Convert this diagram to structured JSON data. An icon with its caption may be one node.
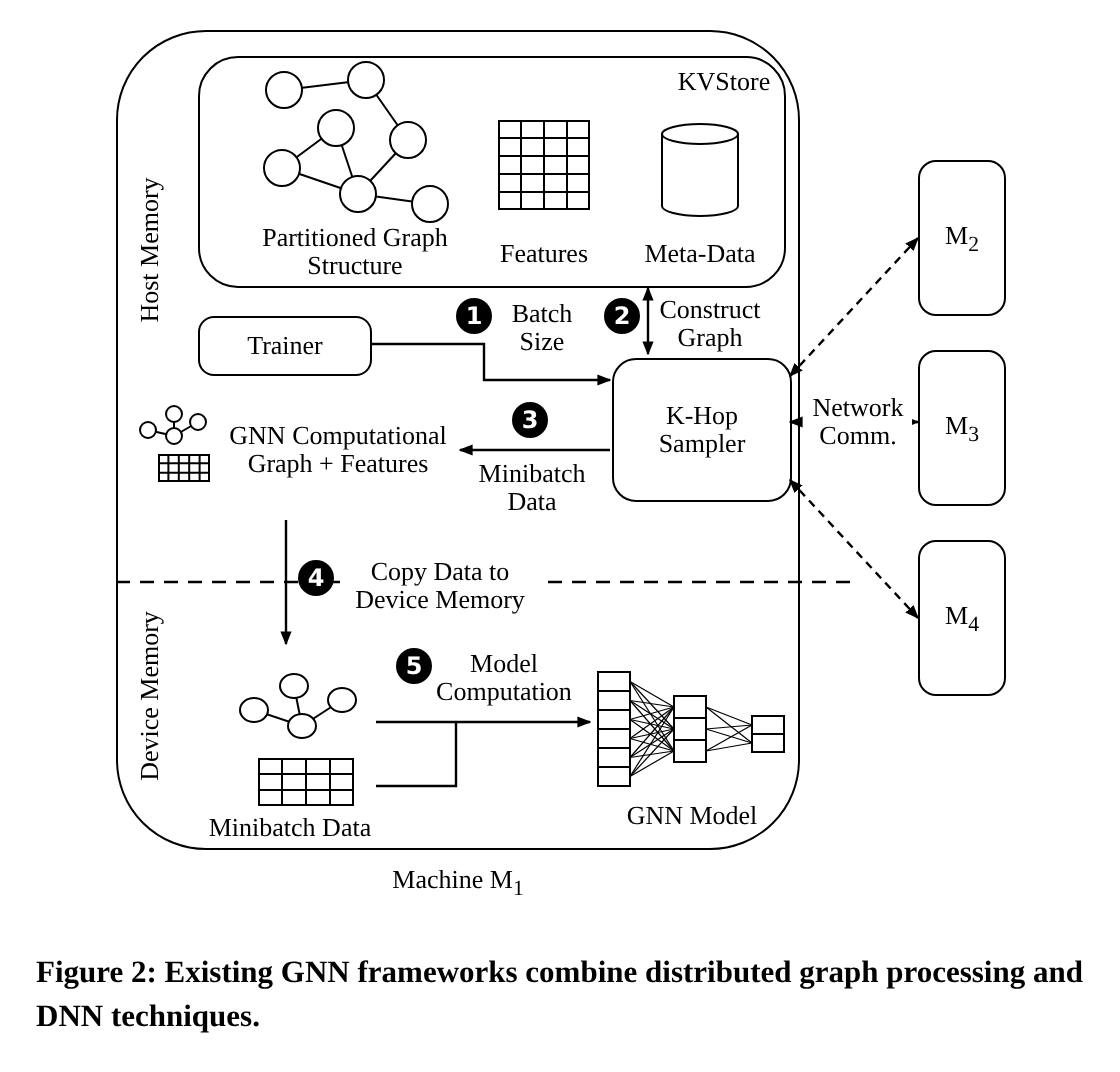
{
  "diagram": {
    "caption": "Figure 2: Existing GNN frameworks combine distributed graph processing and DNN techniques.",
    "nodes": [
      {
        "text": [
          "Machine M$_{1}$"
        ]
      },
      {
        "text": [
          "KVStore"
        ],
        "in": 0
      },
      {
        "text": [
          "Partitioned Graph Structure"
        ],
        "in": 1
      },
      {
        "text": [
          "Features"
        ],
        "in": 1
      },
      {
        "text": [
          "Meta-Data"
        ],
        "in": 1
      },
      {
        "text": [
          "Trainer"
        ],
        "in": 0
      },
      {
        "text": [
          "K-Hop Sampler"
        ],
        "in": 0
      },
      {
        "text": [
          "GNN Computational Graph + Features"
        ],
        "in": 0
      },
      {
        "text": [
          "Minibatch Data"
        ],
        "in": 0
      },
      {
        "text": [
          "GNN Model"
        ],
        "in": 0
      },
      {
        "text": [
          "M$_{2}$"
        ]
      },
      {
        "text": [
          "M$_{3}$"
        ]
      },
      {
        "text": [
          "M$_{4}$"
        ]
      }
    ],
    "edges": [
      {
        "from": 5,
        "to": 6,
        "arrow": "to",
        "label": "Batch Size"
      },
      {
        "from": 1,
        "to": 6,
        "arrow": "both",
        "label": "Construct Graph"
      },
      {
        "from": 6,
        "to": 7,
        "arrow": "to",
        "label": "Minibatch Data"
      },
      {
        "from": 7,
        "to": 8,
        "arrow": "to",
        "label": "Copy Data to Device Memory"
      },
      {
        "from": 8,
        "to": 9,
        "arrow": "to",
        "label": "Model Computation"
      },
      {
        "from": 6,
        "to": 10,
        "arrow": "both",
        "style": "dashed"
      },
      {
        "from": 6,
        "to": 11,
        "arrow": "both",
        "style": "dashed",
        "label": "Network Comm."
      },
      {
        "from": 6,
        "to": 12,
        "arrow": "both",
        "style": "dashed"
      }
    ],
    "labels": [
      "Host Memory",
      "1",
      "2",
      "3",
      "4",
      "Device Memory",
      "5"
    ]
  }
}
